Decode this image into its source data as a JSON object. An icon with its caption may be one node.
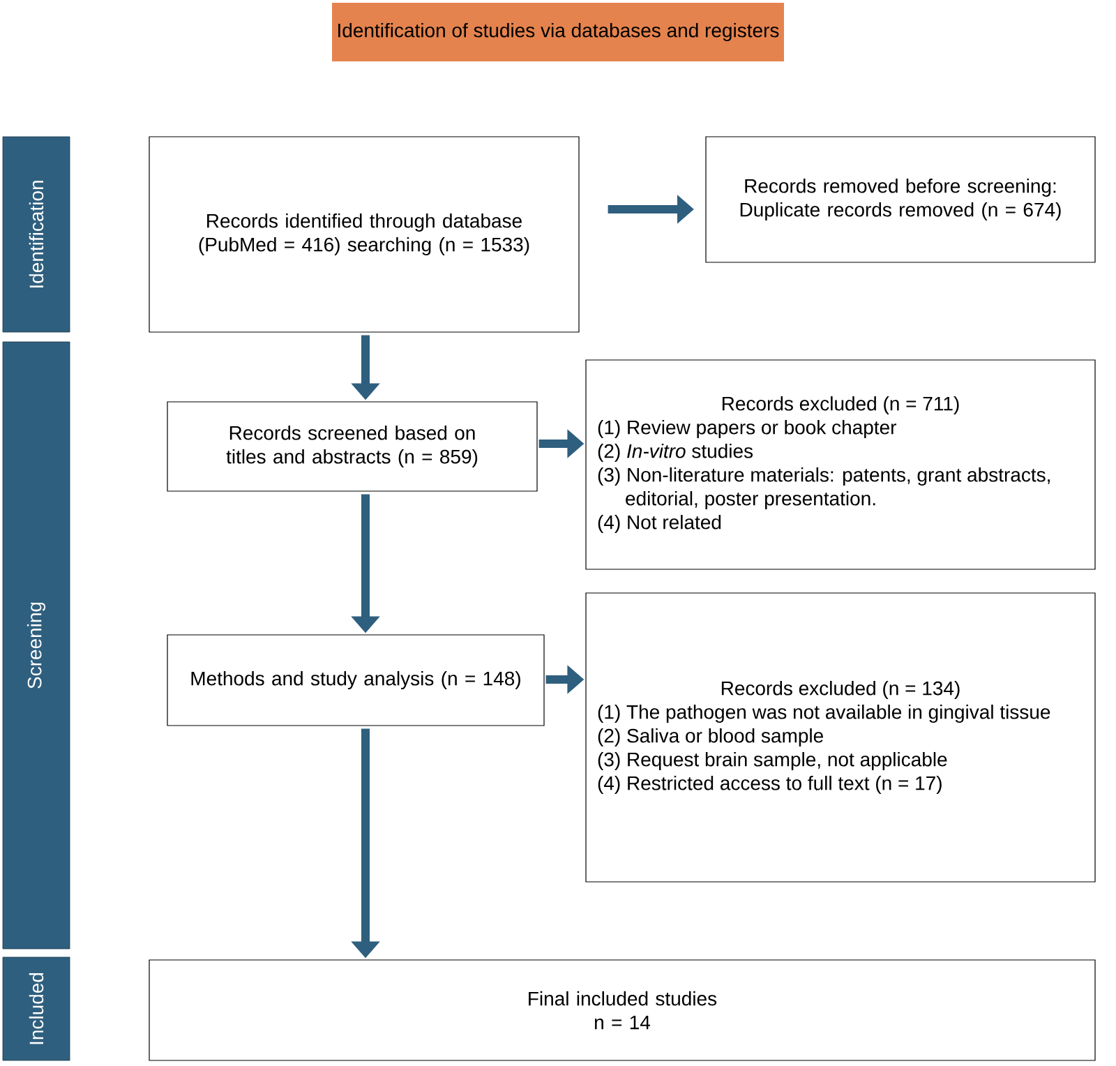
{
  "diagram": {
    "title": "Identification of studies via databases and registers",
    "nodes": [
      {
        "text": [
          "Identification"
        ]
      },
      {
        "text": [
          "Screening"
        ]
      },
      {
        "text": [
          "Included"
        ]
      },
      {
        "text": [
          "Records identified through database (PubMed = 416) searching (n = 1533)"
        ]
      },
      {
        "text": [
          "Records removed before screening:",
          "Duplicate records removed (n = 674)"
        ]
      },
      {
        "text": [
          "Records screened based on titles and abstracts (n = 859)"
        ]
      },
      {
        "text": [
          "Records excluded (n = 711)",
          "(1) Review papers or book chapter",
          "(2) *In-vitro* studies",
          "(3) Non-literature materials: patents, grant abstracts, editorial, poster presentation.",
          "(4) Not related"
        ]
      },
      {
        "text": [
          "Methods and study analysis (n = 148)"
        ]
      },
      {
        "text": [
          "Records excluded (n = 134)",
          "(1) The pathogen was not available in gingival tissue",
          "(2) Saliva or blood sample",
          "(3) Request brain sample, not applicable",
          "(4) Restricted access to full text (n = 17)"
        ]
      },
      {
        "text": [
          "Final included studies",
          "n = 14"
        ]
      }
    ],
    "edges": [
      {
        "from": 3,
        "to": 4,
        "arrow": "to"
      },
      {
        "from": 3,
        "to": 5,
        "arrow": "to"
      },
      {
        "from": 5,
        "to": 6,
        "arrow": "to"
      },
      {
        "from": 5,
        "to": 7,
        "arrow": "to"
      },
      {
        "from": 7,
        "to": 8,
        "arrow": "to"
      },
      {
        "from": 7,
        "to": 9,
        "arrow": "to"
      }
    ]
  }
}
